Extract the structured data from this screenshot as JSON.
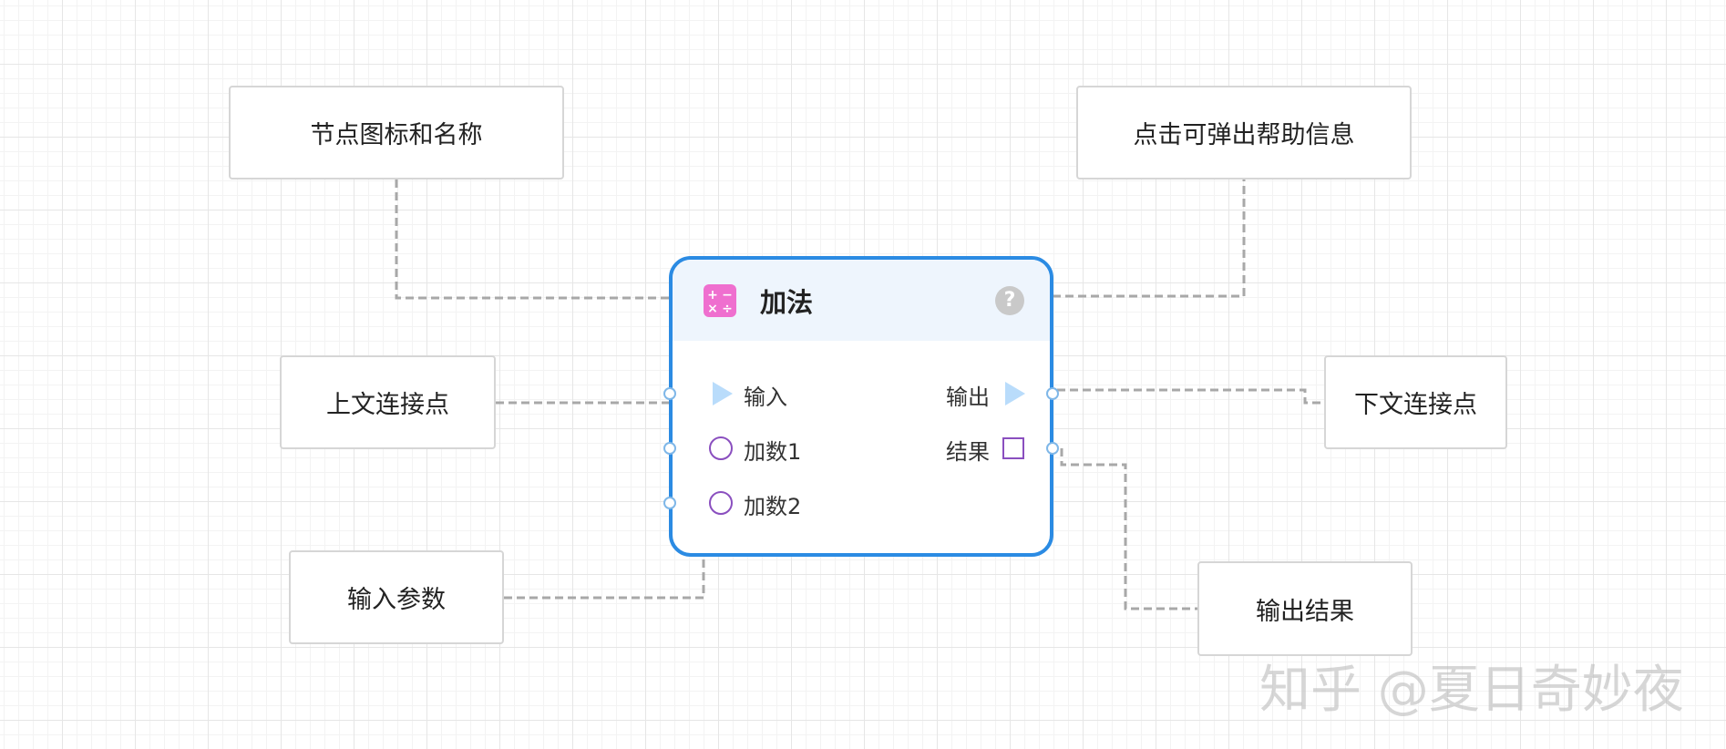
{
  "callouts": {
    "node_icon_name": "节点图标和名称",
    "help_popup": "点击可弹出帮助信息",
    "upstream_anchor": "上文连接点",
    "downstream_anchor": "下文连接点",
    "input_params": "输入参数",
    "output_result": "输出结果"
  },
  "node": {
    "icon": "calculator-icon",
    "icon_color": "#ef6fcf",
    "icon_glyphs": [
      "+",
      "−",
      "×",
      "÷"
    ],
    "title": "加法",
    "help_icon": "question-mark-icon",
    "help_glyph": "?",
    "border_color": "#2b8be3",
    "inputs": [
      {
        "label": "输入",
        "type": "flow"
      },
      {
        "label": "加数1",
        "type": "data"
      },
      {
        "label": "加数2",
        "type": "data"
      }
    ],
    "outputs": [
      {
        "label": "输出",
        "type": "flow"
      },
      {
        "label": "结果",
        "type": "data"
      }
    ]
  },
  "watermark": "知乎 @夏日奇妙夜"
}
